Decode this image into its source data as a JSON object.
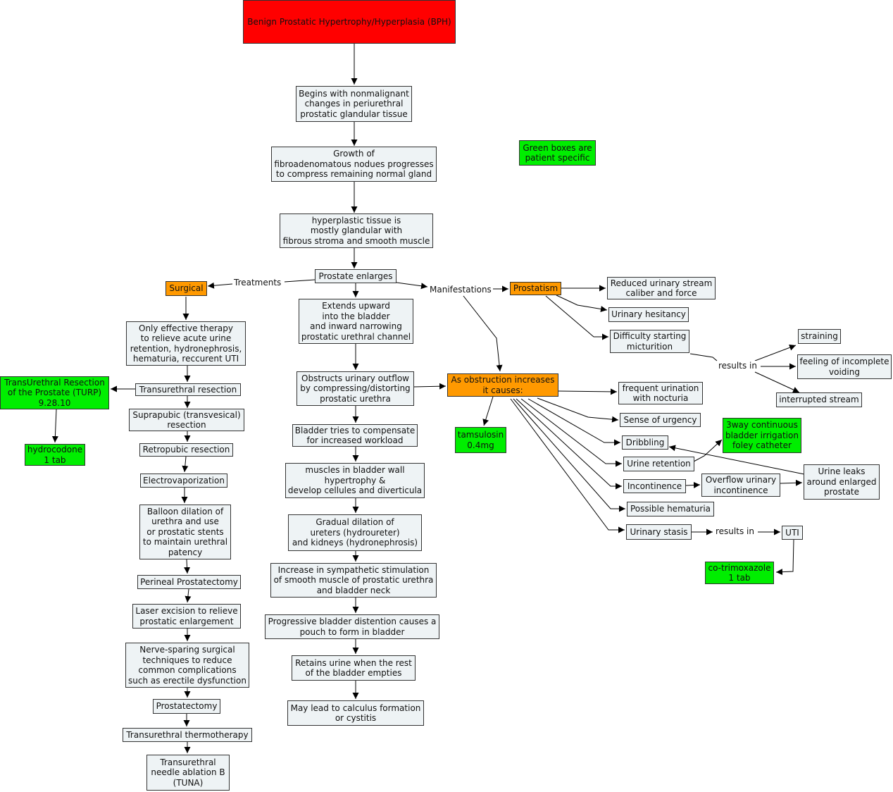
{
  "nodes": {
    "bph": "Benign Prostatic Hypertrophy/Hyperplasia (BPH)",
    "begins": "Begins with nonmalignant\nchanges in periurethral\nprostatic glandular tissue",
    "growth": "Growth of\nfibroadenomatous nodues progresses\nto compress remaining normal gland",
    "hyperplastic": "hyperplastic tissue is\nmostly glandular with\nfibrous stroma and smooth muscle",
    "prostate_enlarges": "Prostate enlarges",
    "green_note": "Green boxes are\npatient specific",
    "surgical": "Surgical",
    "only_effective": "Only effective therapy\nto relieve acute urine\nretention, hydronephrosis,\nhematuria, reccurent UTI",
    "turp": "TransUrethral Resection\nof the Prostate (TURP)\n9.28.10",
    "hydrocodone": "hydrocodone\n1 tab",
    "transurethral_resection": "Transurethral resection",
    "suprapubic": "Suprapubic (transvesical)\nresection",
    "retropubic": "Retropubic resection",
    "electrovaporization": "Electrovaporization",
    "balloon": "Balloon dilation of\nurethra and use\nor prostatic stents\nto maintain urethral\npatency",
    "perineal": "Perineal Prostatectomy",
    "laser": "Laser excision to relieve\nprostatic enlargement",
    "nerve_sparing": "Nerve-sparing surgical\ntechniques to reduce\ncommon complications\nsuch as erectile dysfunction",
    "prostatectomy": "Prostatectomy",
    "thermotherapy": "Transurethral thermotherapy",
    "tuna": "Transurethral\nneedle ablation B\n(TUNA)",
    "extends": "Extends upward\ninto the bladder\nand inward narrowing\nprostatic urethral channel",
    "obstructs": "Obstructs urinary outflow\nby compressing/distorting\nprostatic urethra",
    "bladder_tries": "Bladder tries to compensate\nfor increased workload",
    "muscles": "muscles in bladder wall\nhypertrophy &\ndevelop cellules and diverticula",
    "gradual": "Gradual dilation of\nureters (hydroureter)\nand kidneys (hydronephrosis)",
    "increase": "Increase in sympathetic stimulation\nof smooth muscle of prostatic urethra\nand bladder neck",
    "progressive": "Progressive bladder distention causes a\npouch to form in bladder",
    "retains": "Retains urine when the rest\nof the bladder empties",
    "calculus": "May lead to calculus formation\nor cystitis",
    "prostatism": "Prostatism",
    "reduced": "Reduced urinary stream\ncaliber and force",
    "hesitancy": "Urinary hesitancy",
    "difficulty": "Difficulty starting\nmicturition",
    "straining": "straining",
    "incomplete": "feeling of incomplete\nvoiding",
    "interrupted": "interrupted stream",
    "as_obstruction": "As obstruction increases\nit causes:",
    "tamsulosin": "tamsulosin\n0.4mg",
    "frequent": "frequent urination\nwith nocturia",
    "urgency": "Sense of urgency",
    "dribbling": "Dribbling",
    "retention": "Urine retention",
    "irrigation": "3way continuous\nbladder irrigation\nfoley catheter",
    "incontinence": "Incontinence",
    "overflow": "Overflow urinary\nincontinence",
    "urine_leaks": "Urine leaks\naround enlarged\nprostate",
    "hematuria": "Possible hematuria",
    "stasis": "Urinary stasis",
    "uti": "UTI",
    "cotrimoxazole": "co-trimoxazole\n1 tab"
  },
  "labels": {
    "treatments": "Treatments",
    "manifestations": "Manifestations",
    "results_in_1": "results in",
    "results_in_2": "results in"
  },
  "colors": {
    "main_topic": "#ff0000",
    "category": "#ff9900",
    "patient_specific": "#00ee00",
    "concept": "#eef3f5"
  }
}
